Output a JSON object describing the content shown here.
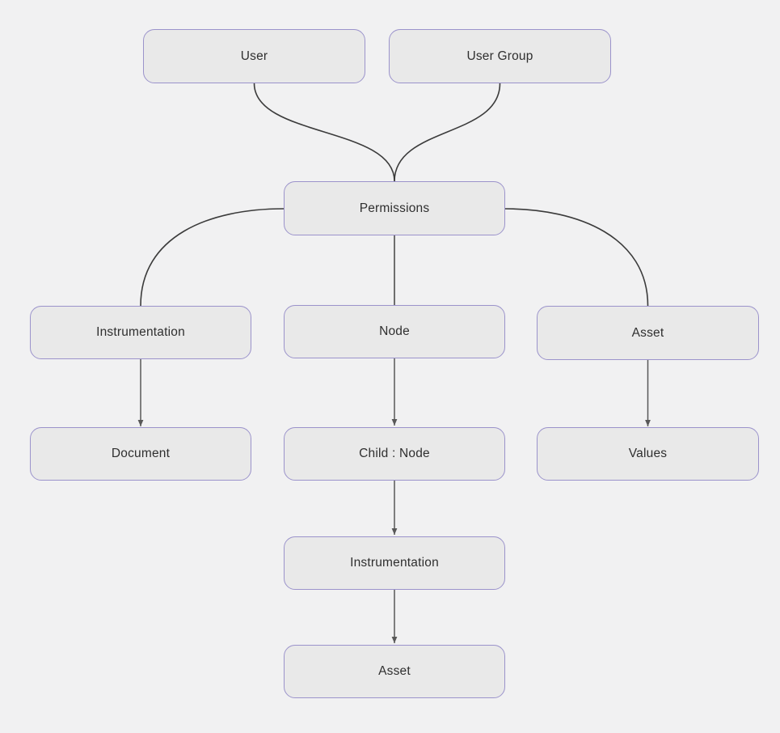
{
  "diagram": {
    "nodes": [
      {
        "id": "user",
        "label": "User"
      },
      {
        "id": "user-group",
        "label": "User Group"
      },
      {
        "id": "permissions",
        "label": "Permissions"
      },
      {
        "id": "instrumentation-1",
        "label": "Instrumentation"
      },
      {
        "id": "node",
        "label": "Node"
      },
      {
        "id": "asset-1",
        "label": "Asset"
      },
      {
        "id": "document",
        "label": "Document"
      },
      {
        "id": "child-node",
        "label": "Child : Node"
      },
      {
        "id": "values",
        "label": "Values"
      },
      {
        "id": "instrumentation-2",
        "label": "Instrumentation"
      },
      {
        "id": "asset-2",
        "label": "Asset"
      }
    ],
    "edges": [
      {
        "from": "user",
        "to": "permissions",
        "arrowhead": false,
        "style": "curve"
      },
      {
        "from": "user-group",
        "to": "permissions",
        "arrowhead": false,
        "style": "curve"
      },
      {
        "from": "permissions",
        "to": "instrumentation-1",
        "arrowhead": false,
        "style": "curve"
      },
      {
        "from": "permissions",
        "to": "node",
        "arrowhead": false,
        "style": "straight"
      },
      {
        "from": "permissions",
        "to": "asset-1",
        "arrowhead": false,
        "style": "curve"
      },
      {
        "from": "instrumentation-1",
        "to": "document",
        "arrowhead": true,
        "style": "straight"
      },
      {
        "from": "node",
        "to": "child-node",
        "arrowhead": true,
        "style": "straight"
      },
      {
        "from": "asset-1",
        "to": "values",
        "arrowhead": true,
        "style": "straight"
      },
      {
        "from": "child-node",
        "to": "instrumentation-2",
        "arrowhead": true,
        "style": "straight"
      },
      {
        "from": "instrumentation-2",
        "to": "asset-2",
        "arrowhead": true,
        "style": "straight"
      }
    ]
  },
  "colors": {
    "background": "#f1f1f2",
    "node_fill": "#e9e9e9",
    "node_border": "#9b93cb",
    "edge": "#3b3b3b",
    "arrow_edge": "#585858",
    "plain_edge": "#6e6e6e",
    "text": "#2f2f2f"
  }
}
